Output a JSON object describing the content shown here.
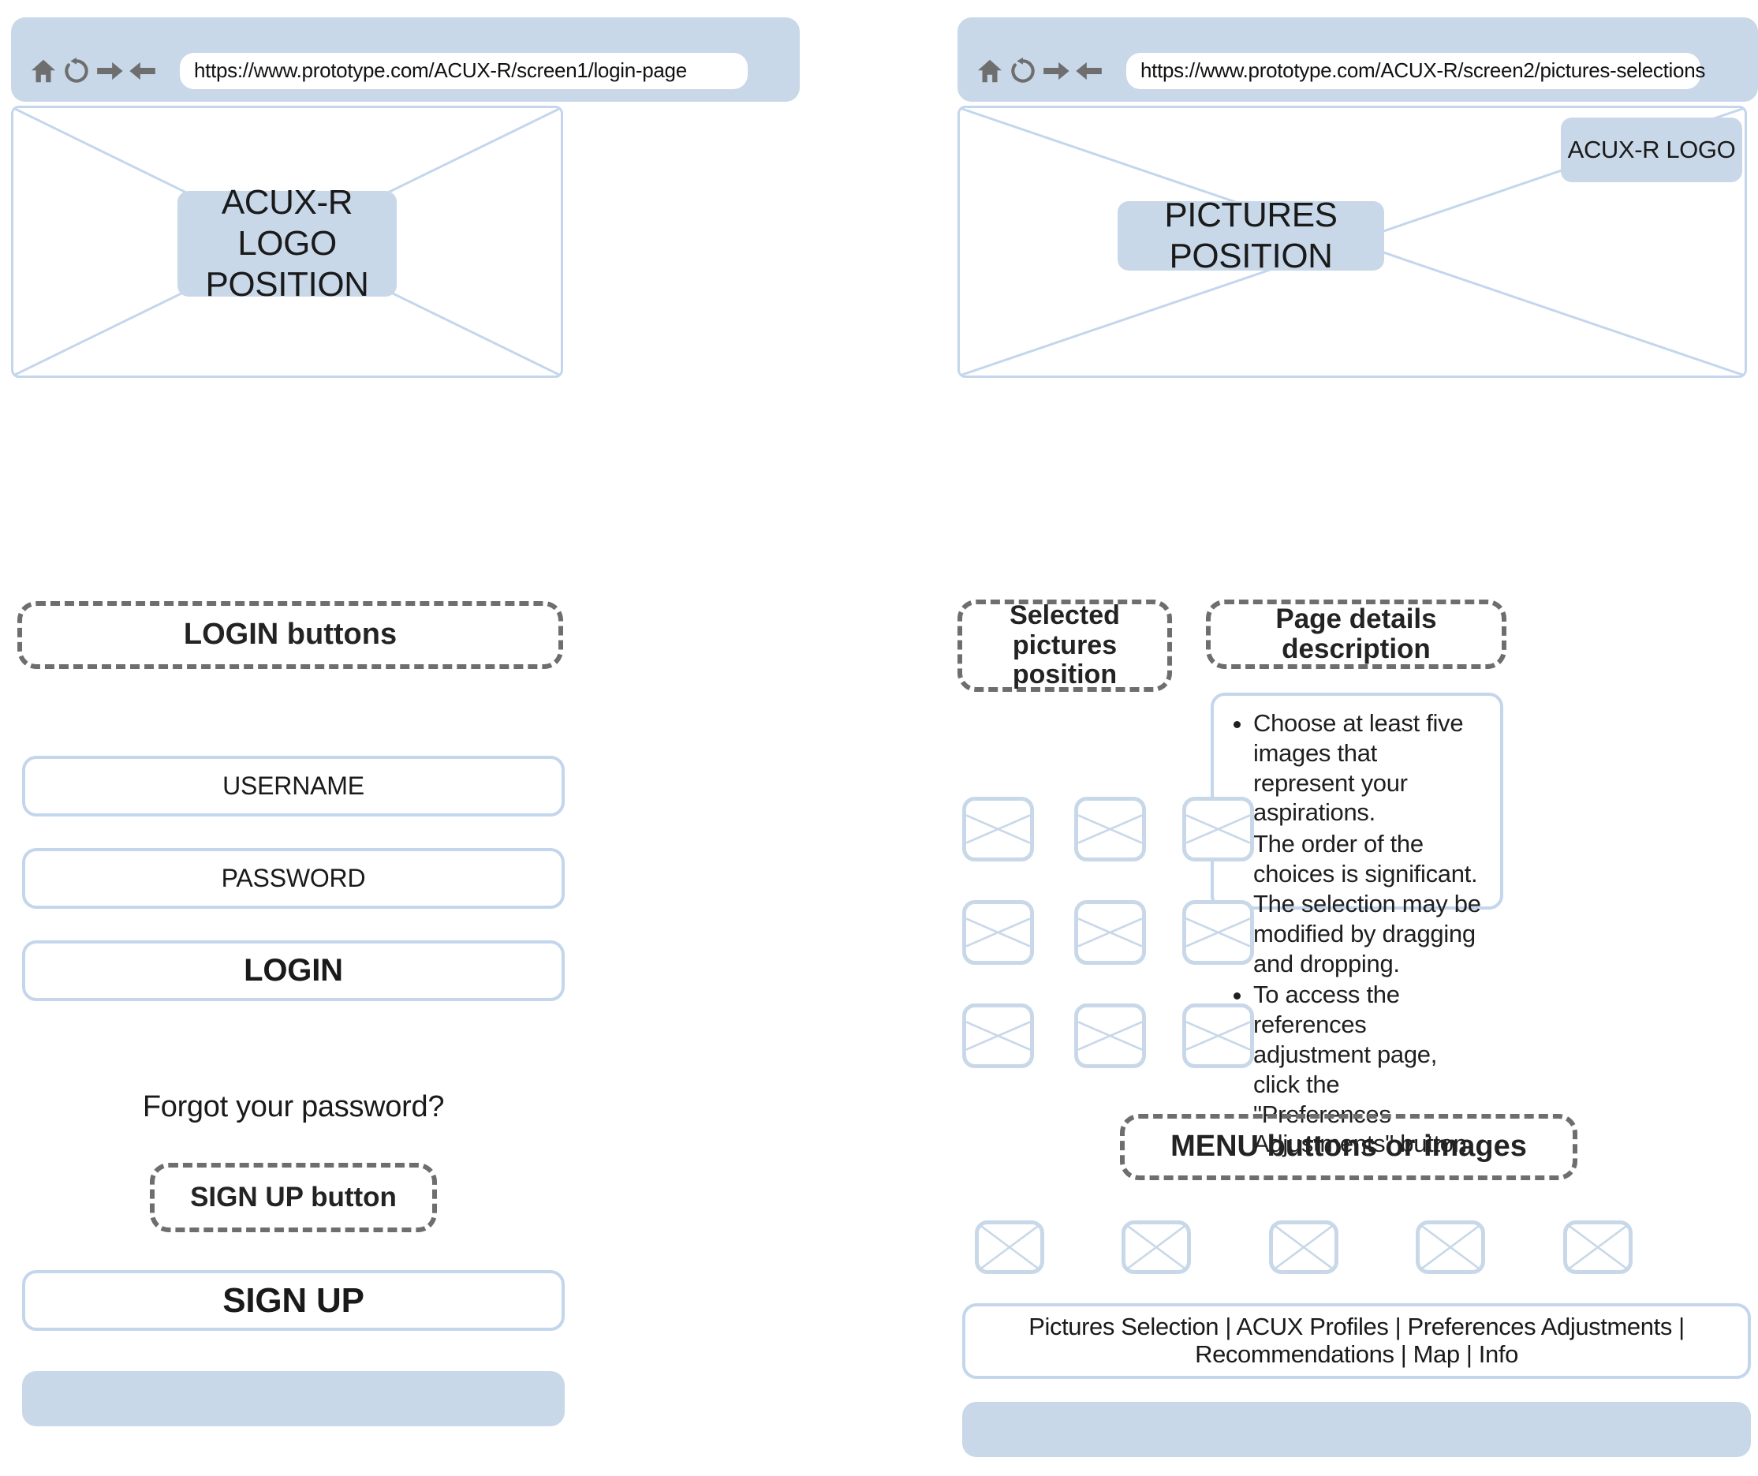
{
  "screens": [
    {
      "id": "screen1",
      "browser": {
        "icons": [
          "home-icon",
          "refresh-icon",
          "forward-arrow-icon",
          "back-arrow-icon"
        ],
        "url": "https://www.prototype.com/ACUX-R/screen1/login-page"
      },
      "hero": {
        "label": "ACUX-R LOGO\nPOSITION"
      },
      "annotation_login": "LOGIN buttons",
      "fields": [
        {
          "name": "username",
          "label": "USERNAME"
        },
        {
          "name": "password",
          "label": "PASSWORD"
        }
      ],
      "login_button": "LOGIN",
      "forgot_text": "Forgot your password?",
      "annotation_signup": "SIGN UP button",
      "signup_button": "SIGN UP"
    },
    {
      "id": "screen2",
      "browser": {
        "icons": [
          "home-icon",
          "refresh-icon",
          "forward-arrow-icon",
          "back-arrow-icon"
        ],
        "url": "https://www.prototype.com/ACUX-R/screen2/pictures-selections"
      },
      "hero": {
        "label": "PICTURES POSITION",
        "logo_badge": "ACUX-R LOGO"
      },
      "annotation_selected": "Selected\npictures position",
      "annotation_details": "Page details description",
      "details_bullets": [
        "Choose at least five images that represent your aspirations.",
        "The order of the choices is significant. The selection may be modified by dragging and dropping.",
        "To access the references adjustment page, click the \"Preferences Adjustments\" button."
      ],
      "thumbnail_count": 9,
      "annotation_menu": "MENU buttons or images",
      "menu_icon_count": 5,
      "footer_nav": "Pictures Selection | ACUX Profiles | Preferences Adjustments | Recommendations | Map  | Info"
    }
  ],
  "colors": {
    "accent_blue": "#c8d8e9",
    "outline_blue": "#c3d6ec",
    "annotation_gray": "#6e6e6e",
    "text_dark": "#1a1a1a",
    "page_bg": "#ffffff"
  }
}
